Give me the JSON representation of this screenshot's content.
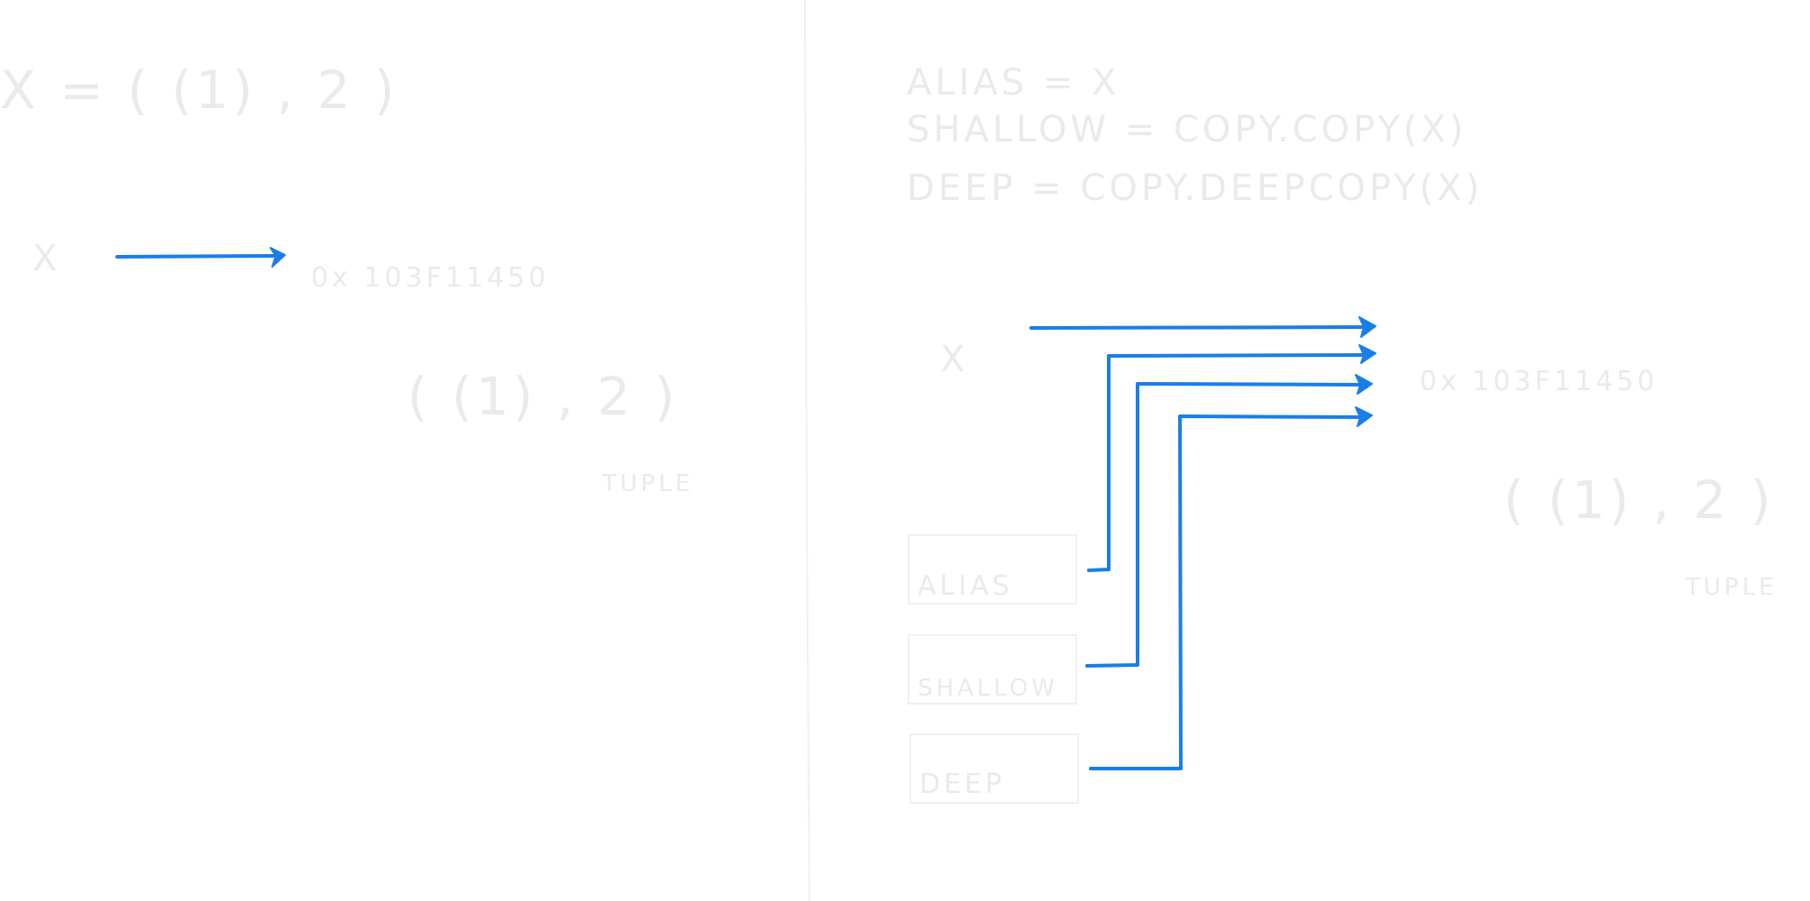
{
  "left_panel": {
    "assignment": "X = ( (1) , 2 )",
    "variable": "X",
    "address": "0x 103F11450",
    "value": "( (1) , 2 )",
    "type_label": "TUPLE"
  },
  "right_panel": {
    "code_lines": [
      "ALIAS = X",
      "SHALLOW = COPY.COPY(X)",
      "DEEP = COPY.DEEPCOPY(X)"
    ],
    "variable": "X",
    "address": "0x 103F11450",
    "value": "( (1) , 2 )",
    "type_label": "TUPLE",
    "boxes": [
      "ALIAS",
      "SHALLOW",
      "DEEP"
    ]
  },
  "colors": {
    "arrow": "#1a7ee8",
    "faint_text": "#eaeaea",
    "divider": "#f0f0f0"
  }
}
